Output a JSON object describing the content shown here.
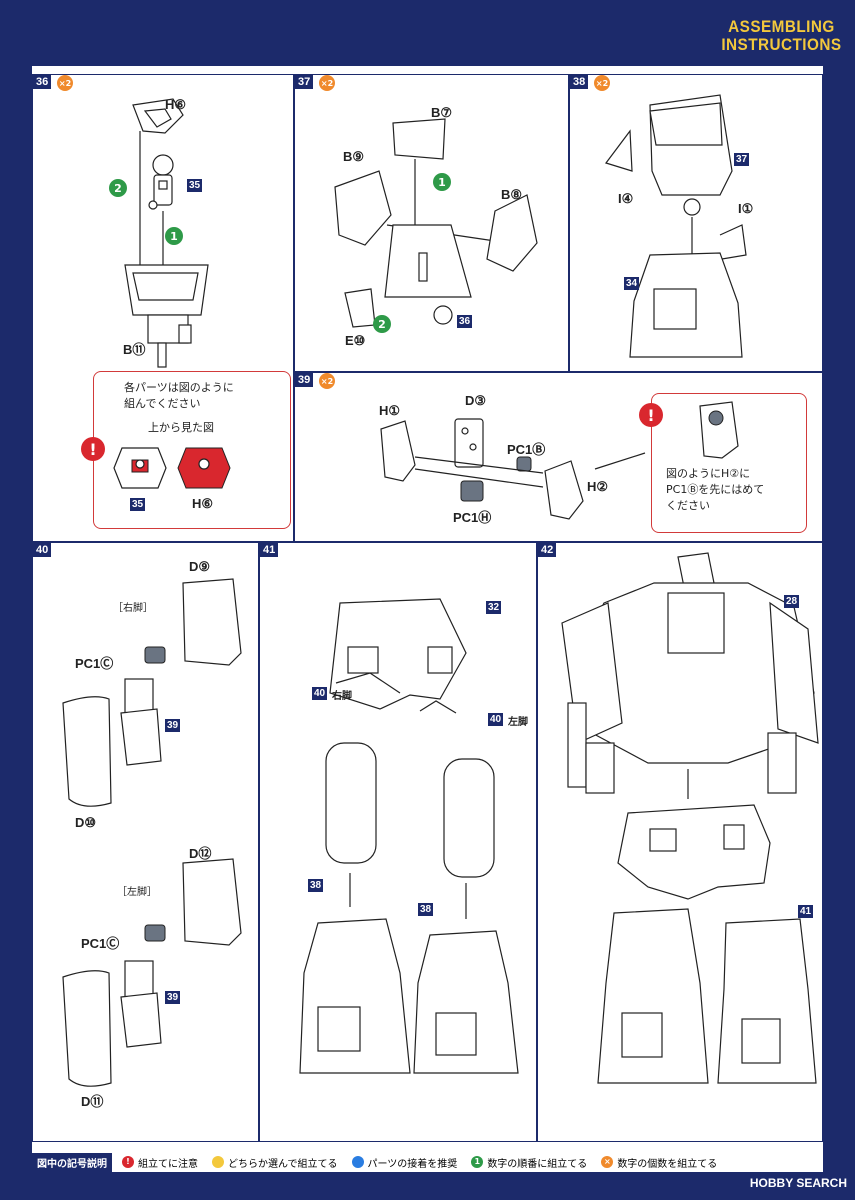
{
  "header": {
    "title_line1": "ASSEMBLING",
    "title_line2": "INSTRUCTIONS"
  },
  "steps": {
    "s36": {
      "num": "36",
      "mult": "×2",
      "parts": [
        "H⑥",
        "B⑪"
      ],
      "subassy": "35",
      "order": [
        "2",
        "1"
      ]
    },
    "s37": {
      "num": "37",
      "mult": "×2",
      "parts": [
        "B⑦",
        "B⑨",
        "B⑧",
        "E⑩"
      ],
      "subassy": "36",
      "order": [
        "1",
        "2"
      ]
    },
    "s38": {
      "num": "38",
      "mult": "×2",
      "parts": [
        "I④",
        "I①"
      ],
      "subassy_a": "37",
      "subassy_b": "34"
    },
    "s39": {
      "num": "39",
      "mult": "×2",
      "parts": [
        "H①",
        "D③",
        "PC1Ⓑ",
        "H②",
        "PC1Ⓗ"
      ]
    },
    "s40": {
      "num": "40",
      "parts_top": [
        "D⑨",
        "PC1Ⓒ",
        "D⑩"
      ],
      "tag_top": "［右脚］",
      "parts_bot": [
        "D⑫",
        "PC1Ⓒ",
        "D⑪"
      ],
      "tag_bot": "［左脚］",
      "subassy": "39"
    },
    "s41": {
      "num": "41",
      "subassy_top": "32",
      "right_leg": "右脚",
      "left_leg": "左脚",
      "ref": "40",
      "subassy_leg": "38"
    },
    "s42": {
      "num": "42",
      "subassy_top": "28",
      "subassy_bot": "41"
    }
  },
  "note36": {
    "line1": "各パーツは図のように",
    "line2": "組んでください",
    "caption": "上から見た図",
    "label_a": "35",
    "label_b": "H⑥"
  },
  "note39": {
    "line1": "図のようにH②に",
    "line2": "PC1Ⓑを先にはめて",
    "line3": "ください"
  },
  "legend": {
    "title": "図中の記号説明",
    "items": [
      "組立てに注意",
      "どちらか選んで組立てる",
      "パーツの接着を推奨",
      "数字の順番に組立てる",
      "数字の個数を組立てる"
    ],
    "icons": [
      "warning-icon",
      "choice-icon",
      "glue-icon",
      "order-icon",
      "count-icon"
    ],
    "colors": [
      "#d9272e",
      "#f3c83c",
      "#2a7de1",
      "#2e9a48",
      "#f08a2c"
    ]
  },
  "watermark": "HOBBY SEARCH"
}
